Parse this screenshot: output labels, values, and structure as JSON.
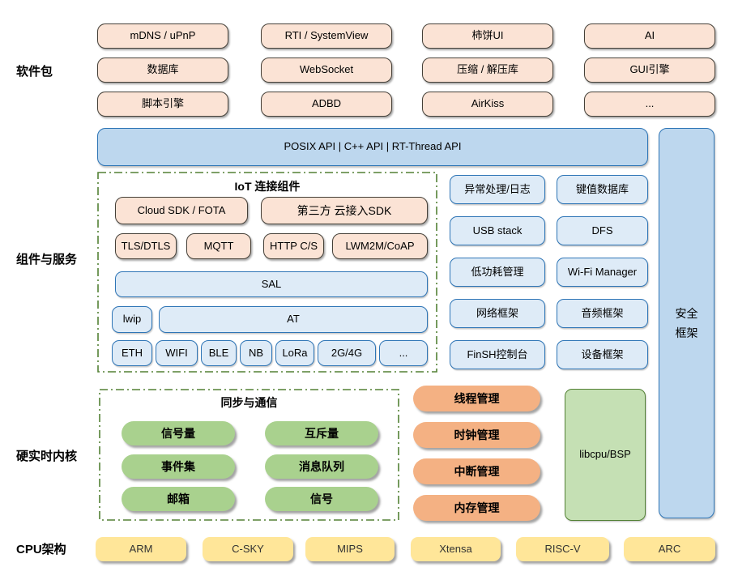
{
  "colors": {
    "package_fill": "#FBE3D5",
    "blue_light": "#DEEBF7",
    "blue_mid": "#BDD7EE",
    "blue_border": "#2E75B6",
    "green_pill": "#A9D18E",
    "green_box": "#C5E0B4",
    "green_border": "#538135",
    "orange_pill": "#F4B183",
    "yellow_box": "#FFE699",
    "dash_border": "#538135"
  },
  "labels": {
    "packages": "软件包",
    "components": "组件与服务",
    "kernel": "硬实时内核",
    "cpu": "CPU架构"
  },
  "packages": {
    "items": [
      "mDNS / uPnP",
      "RTI / SystemView",
      "柿饼UI",
      "AI",
      "数据库",
      "WebSocket",
      "压缩 / 解压库",
      "GUI引擎",
      "脚本引擎",
      "ADBD",
      "AirKiss",
      "..."
    ]
  },
  "api_bar": {
    "text": "POSIX API  |  C++ API  |  RT-Thread API"
  },
  "security": {
    "line1": "安全",
    "line2": "框架"
  },
  "iot": {
    "title": "IoT 连接组件",
    "cloud_sdk": "Cloud SDK / FOTA",
    "third_party": "第三方 云接入SDK",
    "protocols": [
      "TLS/DTLS",
      "MQTT",
      "HTTP C/S",
      "LWM2M/CoAP"
    ],
    "sal": "SAL",
    "lwip": "lwip",
    "at": "AT",
    "links": [
      "ETH",
      "WIFI",
      "BLE",
      "NB",
      "LoRa",
      "2G/4G",
      "..."
    ]
  },
  "services": {
    "items": [
      "异常处理/日志",
      "键值数据库",
      "USB stack",
      "DFS",
      "低功耗管理",
      "Wi-Fi Manager",
      "网络框架",
      "音频框架",
      "FinSH控制台",
      "设备框架"
    ]
  },
  "sync": {
    "title": "同步与通信",
    "items": [
      "信号量",
      "互斥量",
      "事件集",
      "消息队列",
      "邮箱",
      "信号"
    ]
  },
  "kernel_mgmt": {
    "items": [
      "线程管理",
      "时钟管理",
      "中断管理",
      "内存管理"
    ]
  },
  "libcpu": {
    "text": "libcpu/BSP"
  },
  "cpu_archs": {
    "items": [
      "ARM",
      "C-SKY",
      "MIPS",
      "Xtensa",
      "RISC-V",
      "ARC"
    ]
  }
}
